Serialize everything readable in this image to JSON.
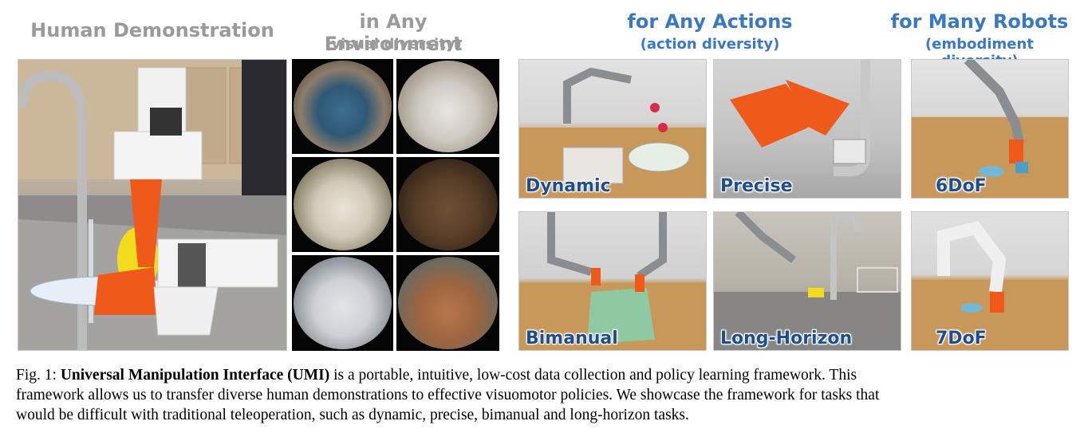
{
  "headers": {
    "human_demo": "Human Demonstration",
    "environment_title": "in Any Environment",
    "environment_sub": "(visual diversity)",
    "actions_title": "for Any Actions",
    "actions_sub": "(action diversity)",
    "robots_title": "for Many Robots",
    "robots_sub": "(embodiment diversity)"
  },
  "tiles": {
    "dynamic": "Dynamic",
    "precise": "Precise",
    "bimanual": "Bimanual",
    "long_horizon": "Long-Horizon",
    "six_dof": "6DoF",
    "seven_dof": "7DoF"
  },
  "caption": {
    "fig_label": "Fig. 1:",
    "bold_title": "Universal Manipulation Interface (UMI)",
    "line1_rest": "is a portable, intuitive, low-cost data collection and policy learning framework. This",
    "line2": "framework allows us to transfer diverse human demonstrations to effective visuomotor policies. We showcase the framework for tasks that",
    "line3": "would be difficult with traditional teleoperation, such as dynamic, precise, bimanual and long-horizon tasks."
  },
  "colors": {
    "header_gray": "#9a9a9a",
    "header_blue": "#3a78c2",
    "label_blue": "#1f4e8c",
    "gripper_orange": "#ef5a1a"
  }
}
